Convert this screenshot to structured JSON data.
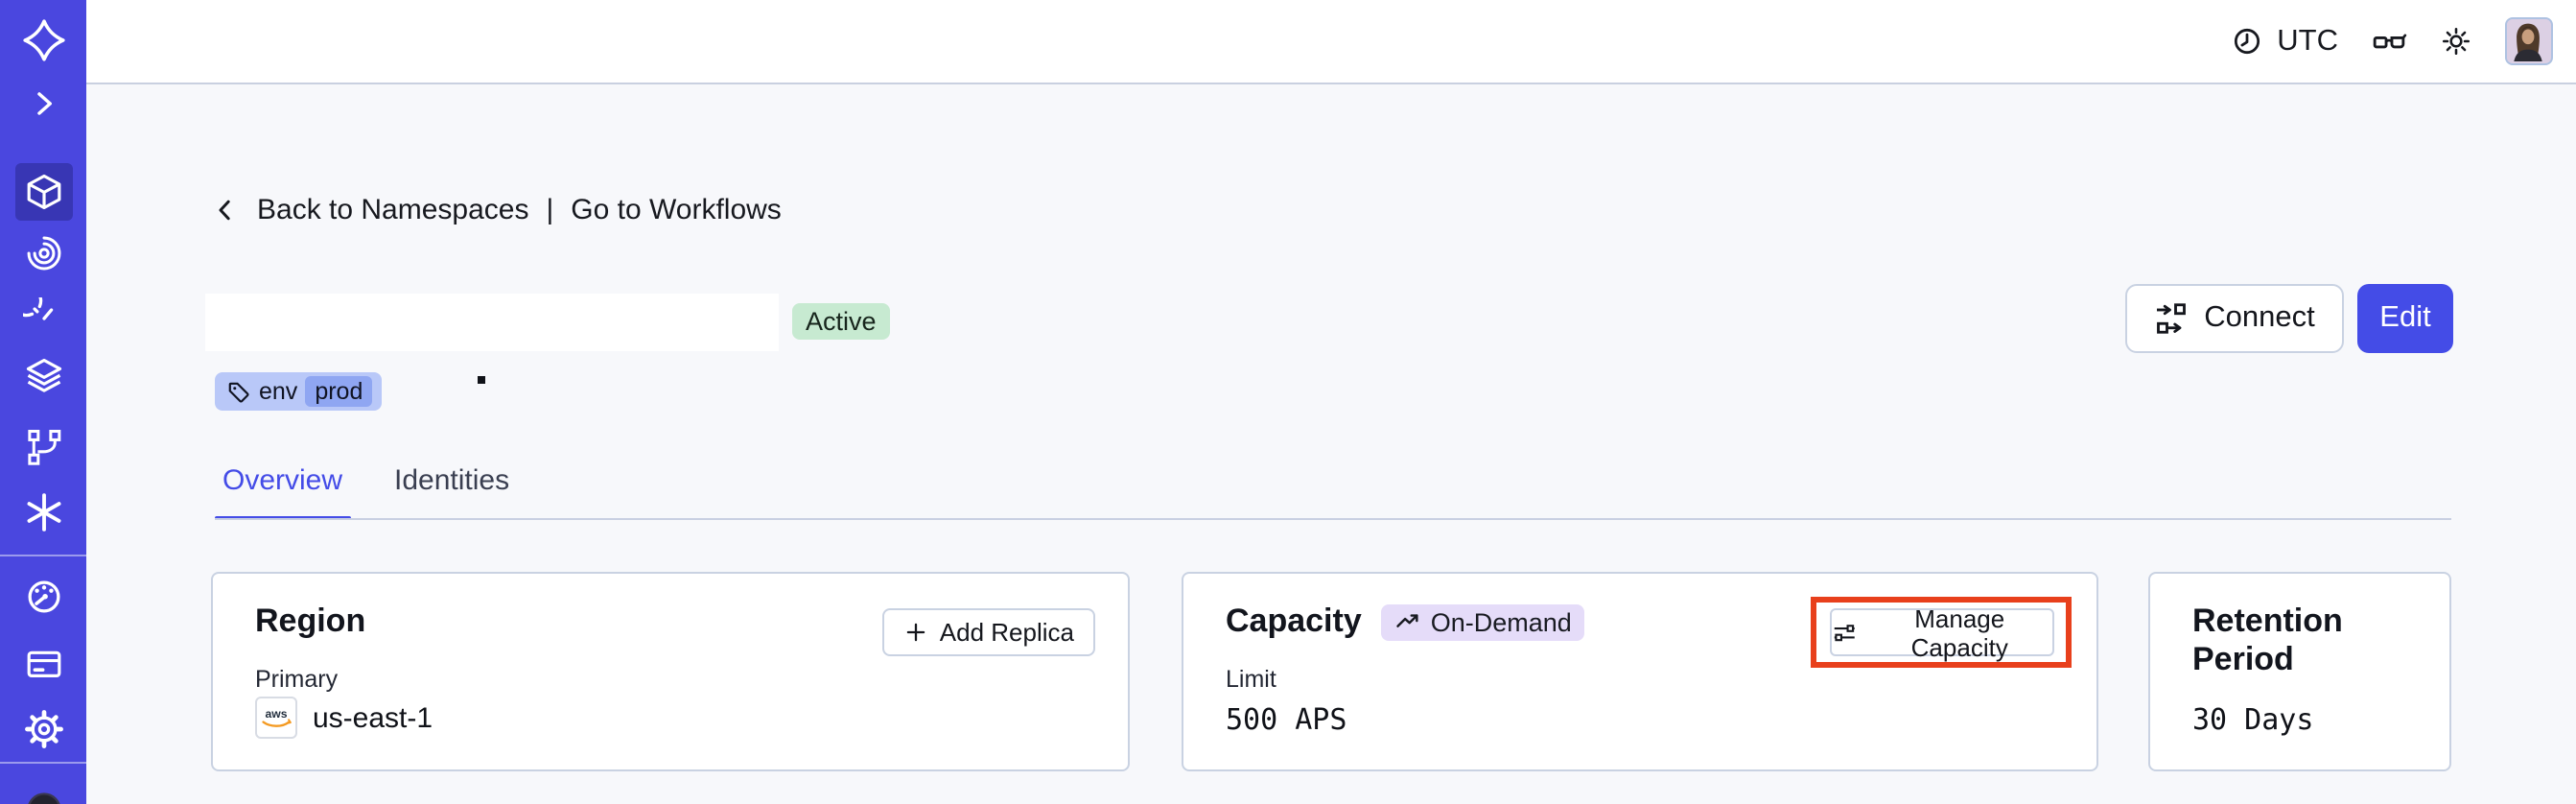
{
  "header": {
    "timezone_label": "UTC"
  },
  "breadcrumb": {
    "back_label": "Back to Namespaces",
    "separator": "|",
    "forward_label": "Go to Workflows"
  },
  "namespace": {
    "status_badge": "Active",
    "tag_key": "env",
    "tag_value": "prod"
  },
  "actions": {
    "connect_label": "Connect",
    "edit_label": "Edit"
  },
  "tabs": [
    {
      "label": "Overview",
      "active": true
    },
    {
      "label": "Identities",
      "active": false
    }
  ],
  "cards": {
    "region": {
      "title": "Region",
      "action_label": "Add Replica",
      "field_label": "Primary",
      "provider": "aws",
      "value": "us-east-1"
    },
    "capacity": {
      "title": "Capacity",
      "badge": "On-Demand",
      "action_label": "Manage Capacity",
      "field_label": "Limit",
      "value": "500 APS"
    },
    "retention": {
      "title": "Retention Period",
      "value": "30 Days"
    }
  },
  "sidebar": {
    "items": [
      {
        "icon": "temporal-logo"
      },
      {
        "icon": "expand-chevron"
      },
      {
        "icon": "namespaces-cube",
        "active": true
      },
      {
        "icon": "workflows-spiral"
      },
      {
        "icon": "schedules-timer"
      },
      {
        "icon": "deployments-layers"
      },
      {
        "icon": "pipelines-branch"
      },
      {
        "icon": "nexus-asterisk"
      },
      {
        "icon": "usage-gauge"
      },
      {
        "icon": "billing-card"
      },
      {
        "icon": "settings-gear"
      }
    ]
  },
  "colors": {
    "accent": "#444CE7",
    "sidebar_bg": "#4A47DF",
    "highlight_ring": "#E8401C",
    "status_active_bg": "#C7EAD1",
    "tag_bg": "#B9C8F8",
    "tag_chip_bg": "#8FA6F2",
    "capacity_badge_bg": "#E5DCF9",
    "aws_smile_orange": "#F49A21"
  }
}
